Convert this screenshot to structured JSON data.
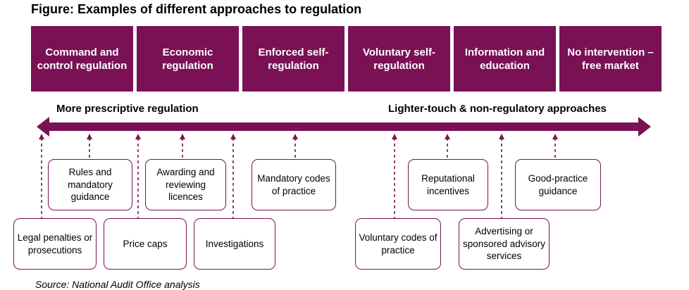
{
  "title": "Figure: Examples of different approaches to regulation",
  "categories": [
    "Command and control regulation",
    "Economic regulation",
    "Enforced self-regulation",
    "Voluntary self-regulation",
    "Information and education",
    "No intervention – free market"
  ],
  "axis": {
    "left_label": "More prescriptive regulation",
    "right_label": "Lighter-touch & non-regulatory approaches"
  },
  "examples": {
    "legal": "Legal penalties or prosecutions",
    "rules": "Rules and mandatory guidance",
    "price_caps": "Price caps",
    "licences": "Awarding and reviewing licences",
    "investigations": "Investigations",
    "mandatory_codes": "Mandatory codes of practice",
    "voluntary_codes": "Voluntary codes of practice",
    "reputational": "Reputational incentives",
    "advertising": "Advertising or sponsored advisory services",
    "good_practice": "Good-practice guidance"
  },
  "source": "Source: National Audit Office analysis",
  "colors": {
    "accent": "#7a1155",
    "text_on_accent": "#ffffff"
  }
}
